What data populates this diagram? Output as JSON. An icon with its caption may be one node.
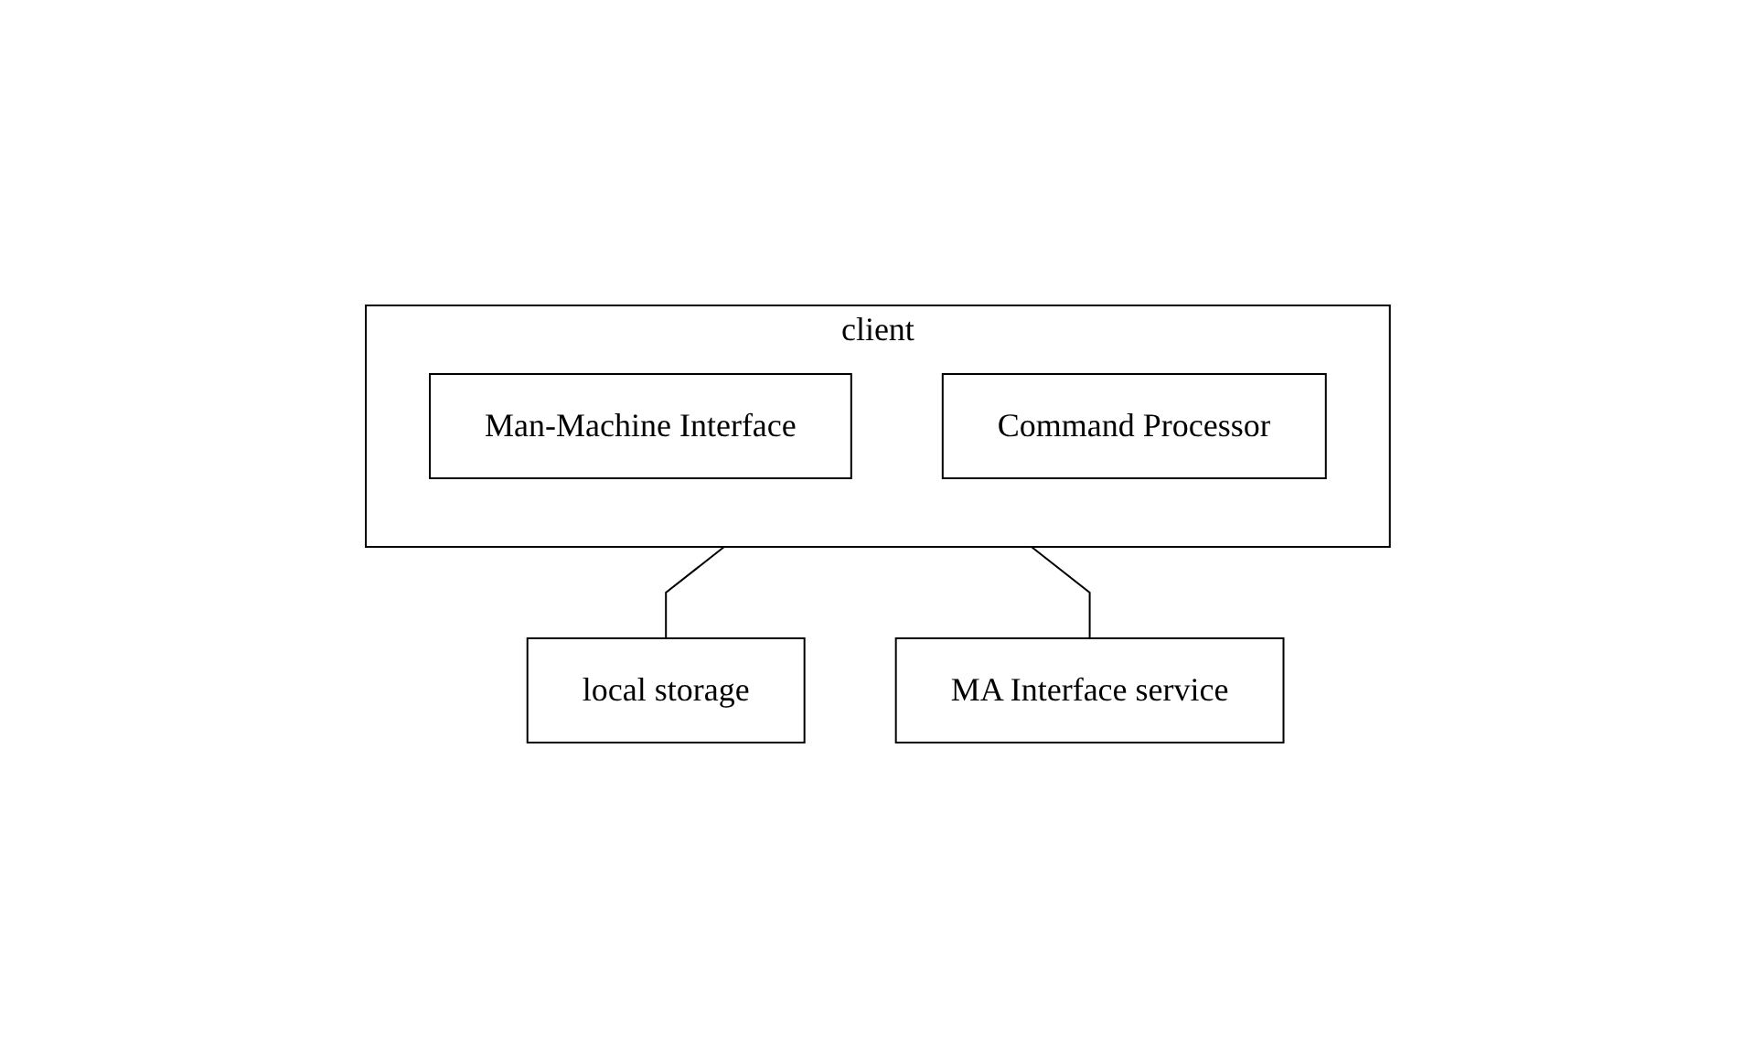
{
  "diagram": {
    "nodes": [
      {
        "text": [
          "client"
        ]
      },
      {
        "text": [
          "Man-Machine Interface"
        ],
        "in": 0
      },
      {
        "text": [
          "Command Processor"
        ],
        "in": 0
      },
      {
        "text": [
          "local storage"
        ]
      },
      {
        "text": [
          "MA Interface service"
        ]
      }
    ],
    "edges": [
      {
        "from": 0,
        "to": 3,
        "arrow": "none"
      },
      {
        "from": 0,
        "to": 4,
        "arrow": "none"
      }
    ]
  }
}
